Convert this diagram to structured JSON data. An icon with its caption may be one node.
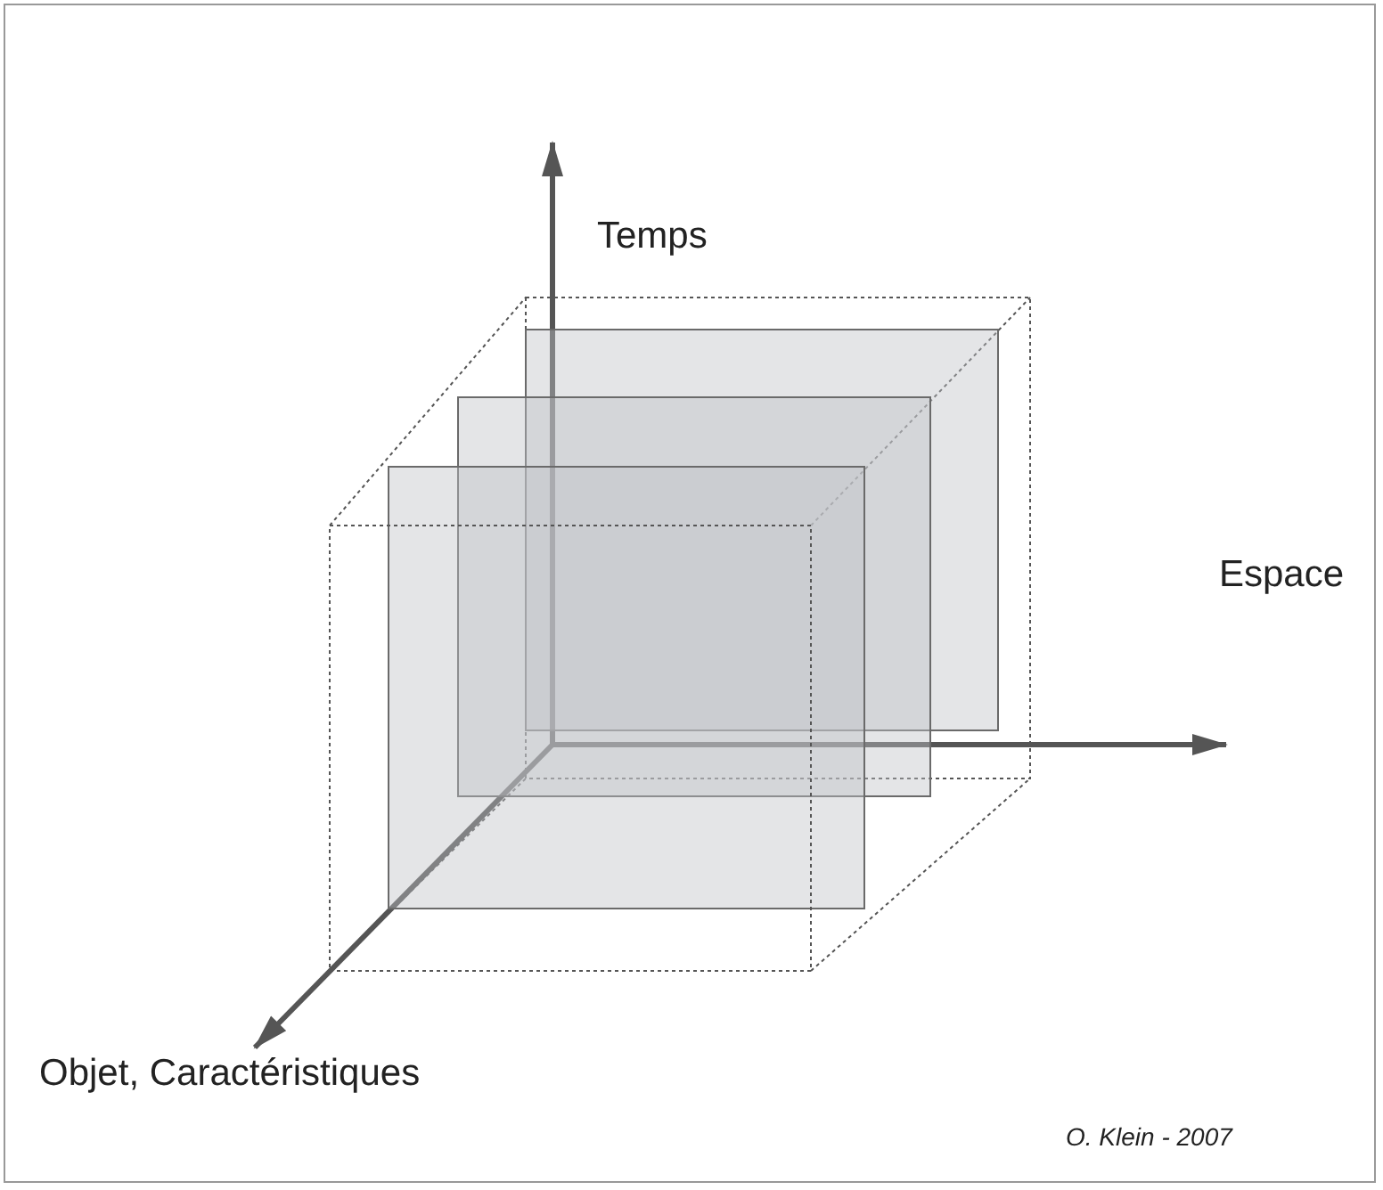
{
  "diagram": {
    "labels": [
      "Temps",
      "Espace",
      "Objet, Caractéristiques",
      "O. Klein - 2007"
    ]
  }
}
